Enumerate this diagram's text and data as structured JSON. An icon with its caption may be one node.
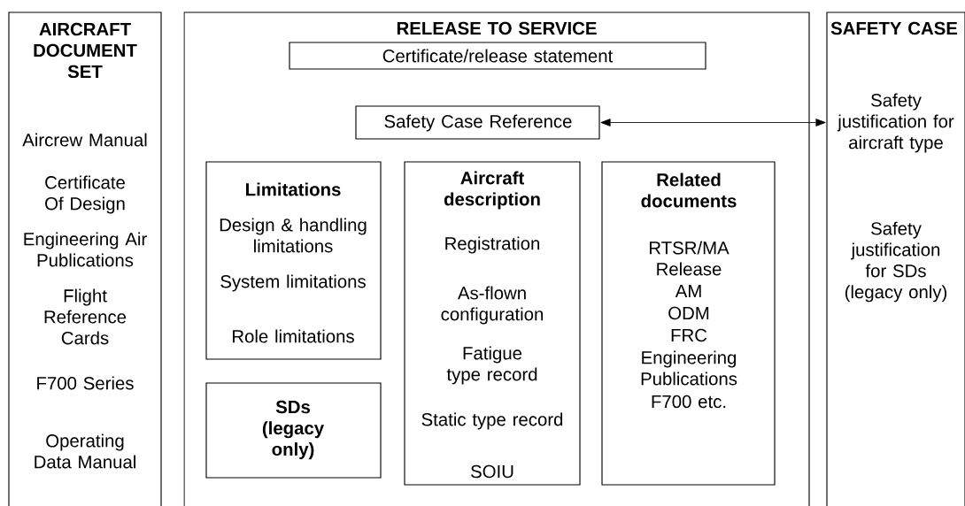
{
  "diagram": {
    "nodes": [
      {
        "text": [
          "AIRCRAFT DOCUMENT SET",
          "Aircrew Manual",
          "Certificate Of Design",
          "Engineering Air Publications",
          "Flight Reference Cards",
          "F700 Series",
          "Operating Data Manual"
        ]
      },
      {
        "text": [
          "RELEASE TO SERVICE"
        ]
      },
      {
        "text": [
          "Certificate/release statement"
        ],
        "in": 1
      },
      {
        "text": [
          "Safety Case Reference"
        ],
        "in": 1
      },
      {
        "text": [
          "Limitations",
          "Design & handling limitations",
          "System limitations",
          "Role limitations"
        ],
        "in": 1
      },
      {
        "text": [
          "SDs (legacy only)"
        ],
        "in": 1
      },
      {
        "text": [
          "Aircraft description",
          "Registration",
          "As-flown configuration",
          "Fatigue type record",
          "Static type record",
          "SOIU"
        ],
        "in": 1
      },
      {
        "text": [
          "Related documents",
          "RTSR/MA Release",
          "AM",
          "ODM",
          "FRC",
          "Engineering Publications",
          "F700 etc."
        ],
        "in": 1
      },
      {
        "text": [
          "SAFETY CASE",
          "Safety justification for aircraft type",
          "Safety justification for SDs (legacy only)"
        ]
      }
    ],
    "edges": [
      {
        "from": 3,
        "to": 8,
        "arrow": "both"
      }
    ]
  }
}
